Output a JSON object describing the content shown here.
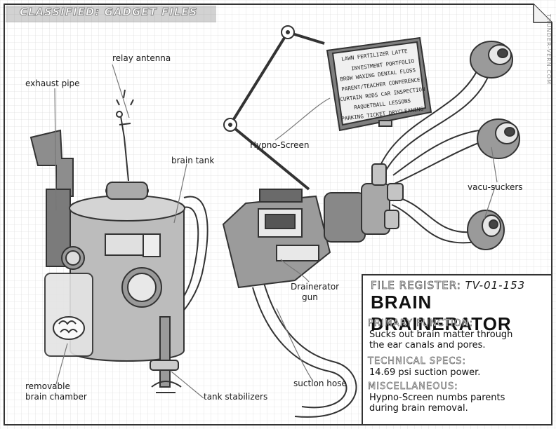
{
  "header": {
    "title": "CLASSIFIED: GADGET FILES"
  },
  "credit": "THUNDER-VERN.COM",
  "labels": {
    "relay_antenna": "relay antenna",
    "exhaust_pipe": "exhaust pipe",
    "brain_tank": "brain tank",
    "hypno_screen": "Hypno-Screen",
    "vacu_suckers": "vacu-suckers",
    "drainerator_gun_1": "Drainerator",
    "drainerator_gun_2": "gun",
    "removable_chamber_1": "removable",
    "removable_chamber_2": "brain chamber",
    "tank_stabilizers": "tank stabilizers",
    "suction_hose": "suction hose"
  },
  "screen_items": [
    "LAWN FERTILIZER   LATTE",
    "INVESTMENT PORTFOLIO",
    "BROW WAXING   DENTAL FLOSS",
    "PARENT/TEACHER CONFERENCE",
    "CURTAIN RODS   CAR INSPECTION",
    "RAQUETBALL LESSONS",
    "PARKING TICKET   DRYCLEANING"
  ],
  "file": {
    "register_label": "FILE REGISTER:",
    "register_value": "TV-01-153",
    "name": "BRAIN DRAINERATOR",
    "primary_label": "PRIMARY FUNCTION:",
    "primary_text_1": "Sucks out brain matter through",
    "primary_text_2": "the ear canals and pores.",
    "specs_label": "TECHNICAL SPECS:",
    "specs_text": "14.69 psi suction power.",
    "misc_label": "MISCELLANEOUS:",
    "misc_text_1": "Hypno-Screen numbs parents",
    "misc_text_2": "during brain removal."
  }
}
